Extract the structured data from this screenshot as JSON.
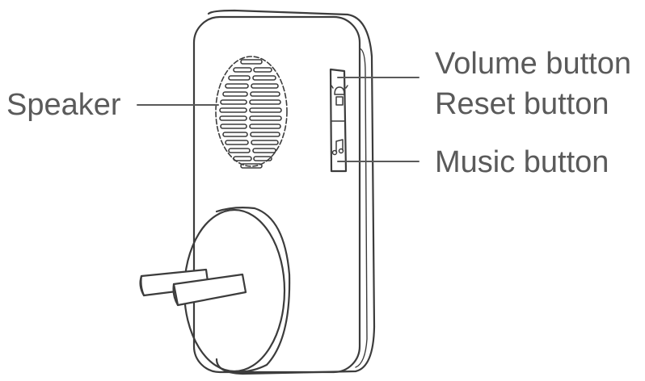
{
  "labels": {
    "speaker": "Speaker",
    "volume_button": "Volume button",
    "reset_button": "Reset button",
    "music_button": "Music button"
  },
  "colors": {
    "stroke": "#3c3c3c",
    "leader_line": "#5a5a5a",
    "label_text": "#5a5a5a",
    "background": "#ffffff"
  }
}
